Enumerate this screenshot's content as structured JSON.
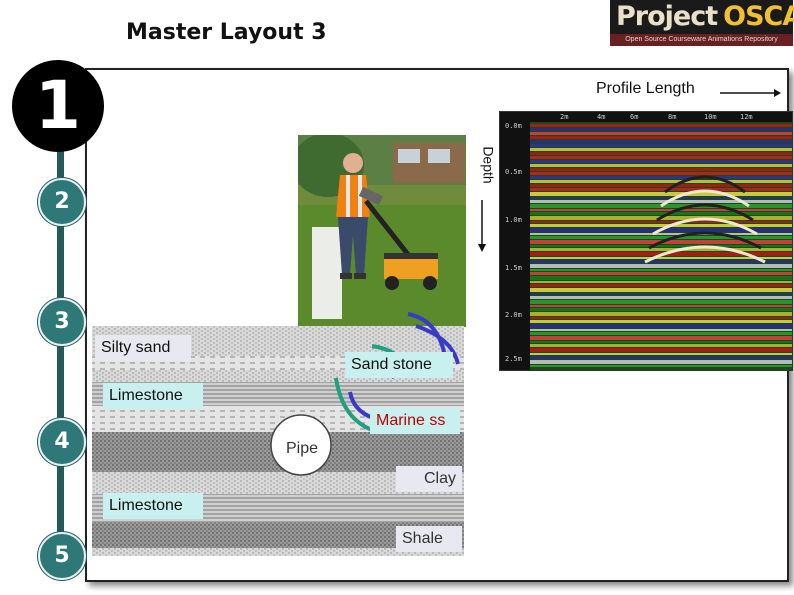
{
  "slide": {
    "title": "Master Layout 3"
  },
  "logo": {
    "word1": "Project",
    "word2": "OSCAR",
    "tagline": "Open Source Courseware Animations Repository"
  },
  "steps": [
    "1",
    "2",
    "3",
    "4",
    "5"
  ],
  "radar": {
    "profile_label": "Profile Length",
    "depth_label": "Depth",
    "top_ticks": [
      "2m",
      "4m",
      "6m",
      "8m",
      "10m",
      "12m"
    ],
    "depth_ticks": [
      "0.0m",
      "0.5m",
      "1.0m",
      "1.5m",
      "2.0m",
      "2.5m"
    ]
  },
  "layers": {
    "silty_sand": "Silty sand",
    "sand_stone": "Sand stone",
    "limestone_upper": "Limestone",
    "marine_ss": "Marine ss",
    "pipe": "Pipe",
    "clay": "Clay",
    "limestone_lower": "Limestone",
    "shale": "Shale"
  },
  "colors": {
    "rail": "#245a5a",
    "step_circle": "#2e7878",
    "wave_blue": "#3a3ac8",
    "wave_green": "#20a080",
    "label_highlight": "#c8f0ee",
    "label_box": "#e8e8f0"
  }
}
